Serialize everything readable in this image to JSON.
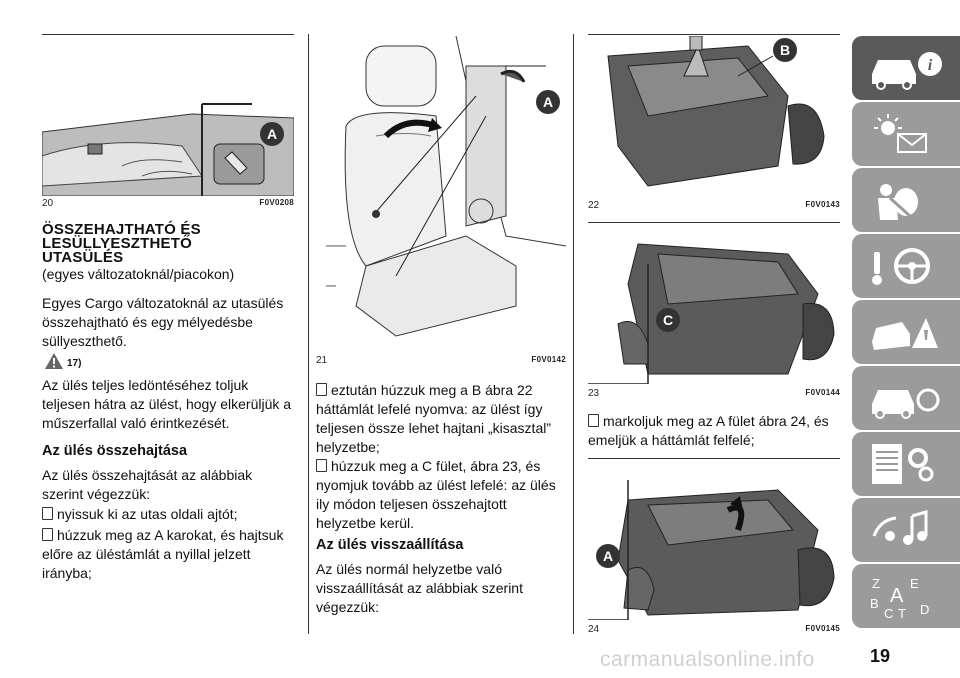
{
  "figures": [
    {
      "num": "20",
      "code": "F0V0208",
      "label": "A"
    },
    {
      "num": "21",
      "code": "F0V0142",
      "label": "A"
    },
    {
      "num": "22",
      "code": "F0V0143",
      "label": "B"
    },
    {
      "num": "23",
      "code": "F0V0144",
      "label": "C"
    },
    {
      "num": "24",
      "code": "F0V0145",
      "label": "A"
    }
  ],
  "section": {
    "title_lines": [
      "ÖSSZEHAJTHATÓ ÉS",
      "LESÜLLYESZTHETŐ",
      "UTASÜLÉS"
    ],
    "subtitle": "(egyes változatoknál/piacokon)",
    "intro": "Egyes Cargo változatoknál az utasülés összehajtható és egy mélyedésbe süllyeszthető.",
    "warning_ref": "17)",
    "warning_text": "Az ülés teljes ledöntéséhez toljuk teljesen hátra az ülést, hogy elkerüljük a műszerfallal való érintkezését."
  },
  "folding": {
    "heading": "Az ülés összehajtása",
    "intro": "Az ülés összehajtását az alábbiak szerint végezzük:",
    "steps": [
      "nyissuk ki az utas oldali ajtót;",
      "húzzuk meg az A karokat, és hajtsuk előre az üléstámlát a nyillal jelzett irányba;",
      "eztután húzzuk meg a B ábra 22 háttámlát lefelé nyomva: az ülést így teljesen össze lehet hajtani „kisasztal” helyzetbe;",
      "húzzuk meg a C fület, ábra 23, és nyomjuk tovább az ülést lefelé: az ülés ily módon teljesen összehajtott helyzetbe kerül."
    ]
  },
  "restoring": {
    "heading": "Az ülés visszaállítása",
    "intro": "Az ülés normál helyzetbe való visszaállítását az alábbiak szerint végezzük:",
    "steps": [
      "markoljuk meg az A fület ábra 24, és emeljük a háttámlát felfelé;"
    ]
  },
  "sidebar": {
    "items": [
      {
        "icon": "car-info-icon",
        "active": true
      },
      {
        "icon": "warning-lights-envelope-icon",
        "active": false
      },
      {
        "icon": "airbag-safety-icon",
        "active": false
      },
      {
        "icon": "steering-wheel-key-icon",
        "active": false
      },
      {
        "icon": "car-crash-icon",
        "active": false
      },
      {
        "icon": "car-maintenance-icon",
        "active": false
      },
      {
        "icon": "document-gears-icon",
        "active": false
      },
      {
        "icon": "multimedia-note-icon",
        "active": false
      },
      {
        "icon": "alphabetical-index-icon",
        "active": false
      }
    ],
    "colors": {
      "active": "#5a5a5a",
      "inactive": "#9b9b9b"
    }
  },
  "page_number": "19",
  "watermark": "carmanualsonline.info"
}
